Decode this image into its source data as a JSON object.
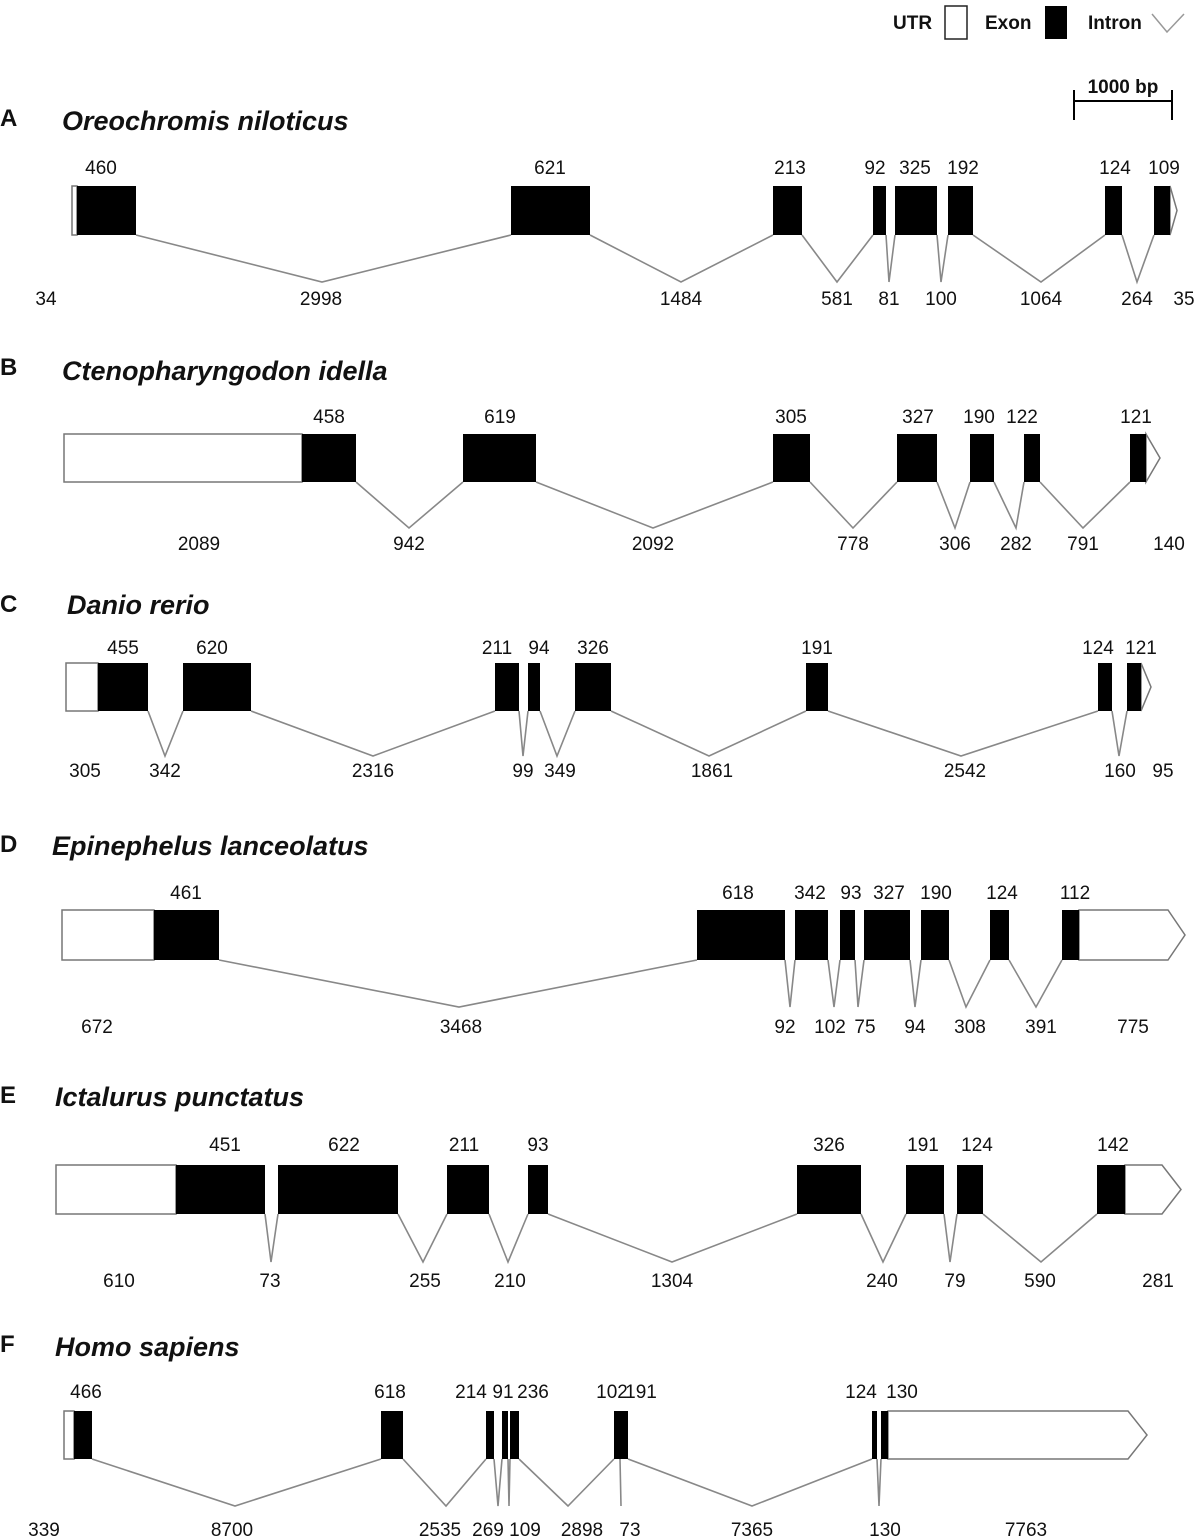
{
  "legend": {
    "utr": "UTR",
    "exon": "Exon",
    "intron": "Intron",
    "scale": "1000 bp"
  },
  "panels": [
    {
      "letter": "A",
      "species": "Oreochromis niloticus",
      "utr5_label": "34",
      "utr3_label": "35",
      "exon_labels": [
        "460",
        "621",
        "213",
        "92",
        "325",
        "192",
        "124",
        "109"
      ],
      "intron_labels": [
        "2998",
        "1484",
        "581",
        "81",
        "100",
        "1064",
        "264"
      ]
    },
    {
      "letter": "B",
      "species": "Ctenopharyngodon idella",
      "utr5_label": "2089",
      "utr3_label": "140",
      "exon_labels": [
        "458",
        "619",
        "305",
        "327",
        "190",
        "122",
        "121"
      ],
      "intron_labels": [
        "942",
        "2092",
        "778",
        "306",
        "282",
        "791"
      ]
    },
    {
      "letter": "C",
      "species": "Danio rerio",
      "utr5_label": "305",
      "utr3_label": "95",
      "exon_labels": [
        "455",
        "620",
        "211",
        "94",
        "326",
        "191",
        "124",
        "121"
      ],
      "intron_labels": [
        "342",
        "2316",
        "99",
        "349",
        "1861",
        "2542",
        "160"
      ]
    },
    {
      "letter": "D",
      "species": "Epinephelus lanceolatus",
      "utr5_label": "672",
      "utr3_label": "775",
      "exon_labels": [
        "461",
        "618",
        "342",
        "93",
        "327",
        "190",
        "124",
        "112"
      ],
      "intron_labels": [
        "3468",
        "92",
        "102",
        "75",
        "94",
        "308",
        "391"
      ]
    },
    {
      "letter": "E",
      "species": "Ictalurus punctatus",
      "utr5_label": "610",
      "utr3_label": "281",
      "exon_labels": [
        "451",
        "622",
        "211",
        "93",
        "326",
        "191",
        "124",
        "142"
      ],
      "intron_labels": [
        "73",
        "255",
        "210",
        "1304",
        "240",
        "79",
        "590"
      ]
    },
    {
      "letter": "F",
      "species": "Homo sapiens",
      "utr5_label": "339",
      "utr3_label": "7763",
      "exon_labels": [
        "466",
        "618",
        "214",
        "91",
        "236",
        "102",
        "191",
        "124",
        "130"
      ],
      "intron_labels": [
        "8700",
        "2535",
        "269",
        "109",
        "2898",
        "73",
        "7365",
        "130"
      ]
    }
  ]
}
